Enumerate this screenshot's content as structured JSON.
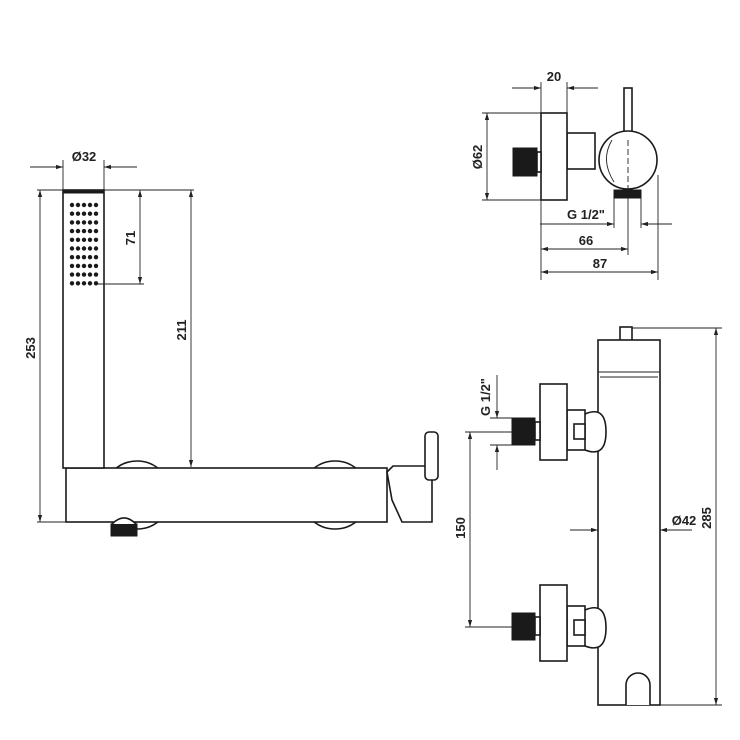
{
  "drawing": {
    "front_view": {
      "hand_shower_diameter": "Ø32",
      "spray_face_height": "71",
      "hand_shower_to_body_top": "211",
      "overall_height": "253"
    },
    "side_view": {
      "plate_depth": "20",
      "plate_diameter": "Ø62",
      "outlet_thread": "G 1/2\"",
      "outlet_projection": "66",
      "total_projection": "87"
    },
    "rear_view": {
      "inlet_thread": "G 1/2\"",
      "inlet_spacing": "150",
      "body_diameter": "Ø42",
      "body_height": "285"
    }
  }
}
